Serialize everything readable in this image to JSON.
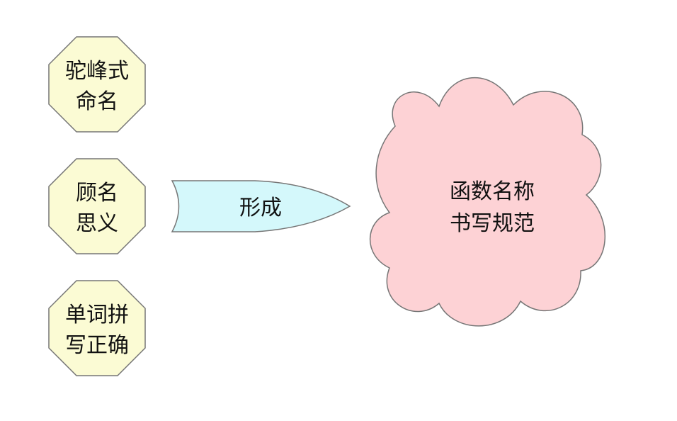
{
  "diagram": {
    "concepts": [
      {
        "line1": "驼峰式",
        "line2": "命名"
      },
      {
        "line1": "顾名",
        "line2": "思义"
      },
      {
        "line1": "单词拼",
        "line2": "写正确"
      }
    ],
    "arrow": {
      "label": "形成"
    },
    "result": {
      "line1": "函数名称",
      "line2": "书写规范"
    },
    "colors": {
      "octagon_fill": "#fbfbd4",
      "octagon_stroke": "#767676",
      "arrow_fill": "#d4f8fb",
      "arrow_stroke": "#767676",
      "cloud_fill": "#fdd2d5",
      "cloud_stroke": "#767676"
    }
  }
}
